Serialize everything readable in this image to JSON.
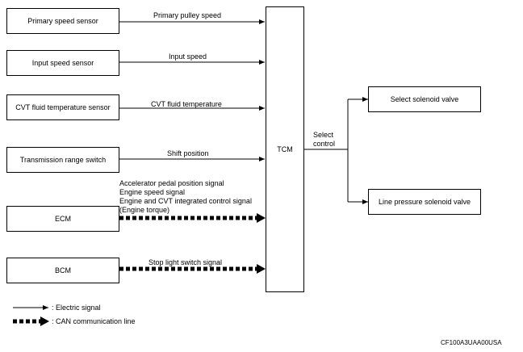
{
  "boxes": {
    "primary_speed_sensor": "Primary speed sensor",
    "input_speed_sensor": "Input speed sensor",
    "cvt_fluid_temp_sensor": "CVT fluid temperature sensor",
    "transmission_range_switch": "Transmission range switch",
    "ecm": "ECM",
    "bcm": "BCM",
    "tcm": "TCM",
    "select_solenoid_valve": "Select solenoid valve",
    "line_pressure_solenoid_valve": "Line pressure solenoid valve"
  },
  "signals": {
    "primary_pulley_speed": "Primary pulley speed",
    "input_speed": "Input speed",
    "cvt_fluid_temperature": "CVT fluid temperature",
    "shift_position": "Shift position",
    "ecm_signals": [
      "Accelerator pedal position signal",
      "Engine speed signal",
      "Engine and CVT integrated control signal",
      "(Engine torque)"
    ],
    "stop_light_switch_signal": "Stop light switch signal",
    "select_control": [
      "Select",
      "control"
    ]
  },
  "legend": {
    "electric_signal": ": Electric signal",
    "can_line": ": CAN communication line"
  },
  "figure_code": "CF100A3UAA00USA"
}
